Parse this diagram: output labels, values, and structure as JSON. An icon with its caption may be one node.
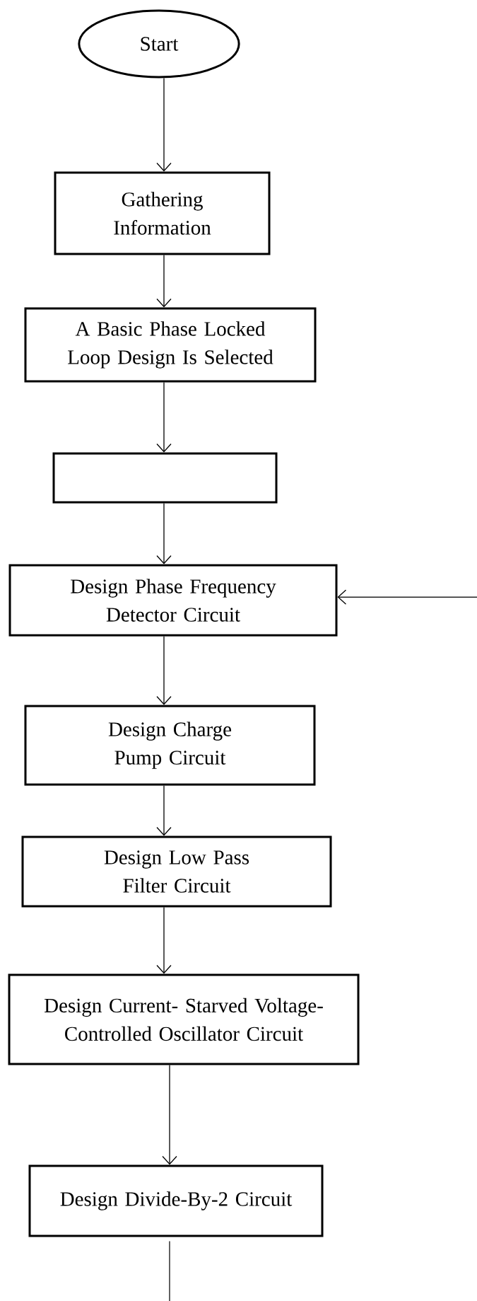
{
  "diagram": {
    "nodes": [
      {
        "text": [
          "Start"
        ]
      },
      {
        "text": [
          "Gathering Information"
        ]
      },
      {
        "text": [
          "A Basic Phase Locked Loop Design Is Selected"
        ]
      },
      {
        "text": [],
        "shape": "box"
      },
      {
        "text": [
          "Design Phase Frequency Detector Circuit"
        ]
      },
      {
        "text": [
          "Design Charge Pump Circuit"
        ]
      },
      {
        "text": [
          "Design Low Pass Filter Circuit"
        ]
      },
      {
        "text": [
          "Design Current- Starved Voltage- Controlled Oscillator Circuit"
        ]
      },
      {
        "text": [
          "Design Divide-By-2 Circuit"
        ]
      }
    ],
    "edges": [
      {
        "from": 0,
        "to": 1,
        "arrow": "to"
      },
      {
        "from": 1,
        "to": 2,
        "arrow": "to"
      },
      {
        "from": 2,
        "to": 3,
        "arrow": "to"
      },
      {
        "from": 3,
        "to": 4,
        "arrow": "to"
      },
      {
        "from": 4,
        "to": 5,
        "arrow": "to"
      },
      {
        "from": 5,
        "to": 6,
        "arrow": "to"
      },
      {
        "from": 6,
        "to": 7,
        "arrow": "to"
      },
      {
        "from": 7,
        "to": 8,
        "arrow": "to"
      },
      {
        "from": null,
        "to": 4,
        "arrow": "to"
      },
      {
        "from": 8,
        "to": null,
        "arrow": "none"
      }
    ]
  }
}
